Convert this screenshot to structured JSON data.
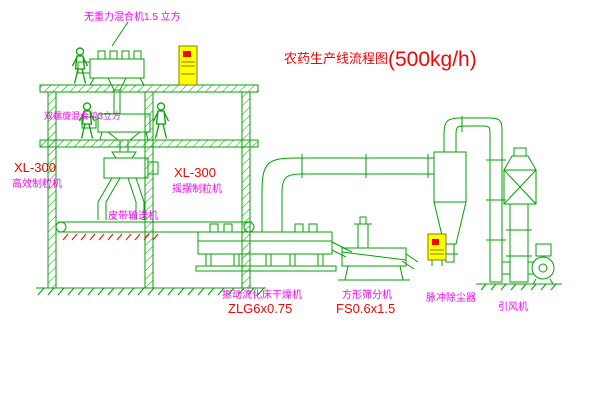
{
  "diagram": {
    "title": "农药生产线流程图",
    "capacity": "(500kg/h)"
  },
  "labels": {
    "top_mixer": "无重力混合机1.5 立方",
    "screw_mixer": "双螺旋混合机3立方",
    "granulator_left_model": "XL-300",
    "granulator_left_name": "高效制粒机",
    "granulator_mid_model": "XL-300",
    "granulator_mid_name": "摇摆制粒机",
    "belt_conveyor": "皮带输送机",
    "fluid_bed_dryer": "振动流化床干燥机",
    "fluid_bed_dryer_model": "ZLG6x0.75",
    "square_sieve": "方形筛分机",
    "square_sieve_model": "FS0.6x1.5",
    "pulse_dust_collector": "脉冲除尘器",
    "induced_draft_fan": "引风机"
  },
  "colors": {
    "drawing_green": "#00A300",
    "label_magenta": "#FF00FF",
    "label_red": "#FF0000",
    "cabinet_yellow": "#FFFF00",
    "background": "#FFFFFF"
  }
}
